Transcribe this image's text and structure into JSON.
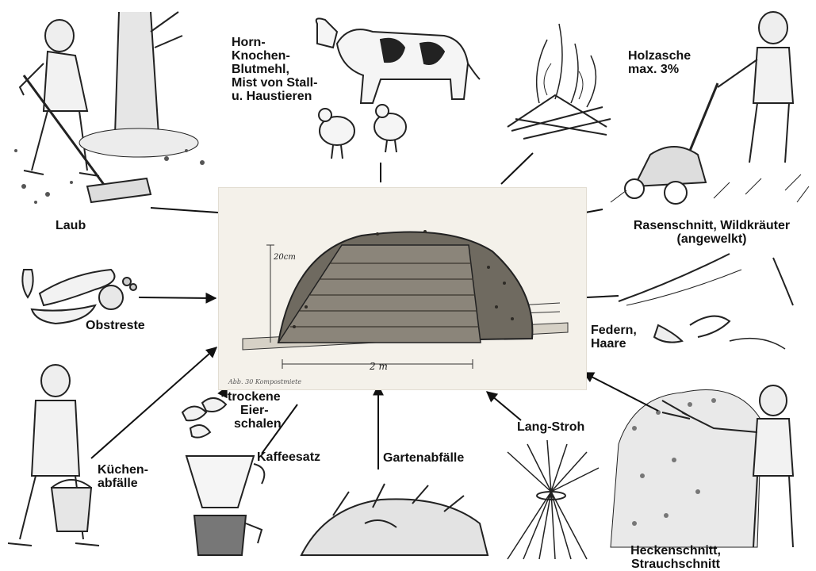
{
  "center": {
    "height_label": "20cm",
    "width_label": "2 m",
    "caption": "Abb. 30 Kompostmiete"
  },
  "labels": {
    "laub": [
      "Laub"
    ],
    "horn": [
      "Horn-",
      "Knochen-",
      "Blutmehl,",
      "Mist von Stall-",
      "u. Haustieren"
    ],
    "holzasche": [
      "Holzasche",
      "max. 3%"
    ],
    "rasen": [
      "Rasenschnitt, Wildkräuter",
      "(angewelkt)"
    ],
    "obstreste": [
      "Obstreste"
    ],
    "federn": [
      "Federn,",
      "Haare"
    ],
    "kuechen": [
      "Küchen-",
      "abfälle"
    ],
    "eierschalen": [
      "trockene",
      "Eier-",
      "schalen"
    ],
    "kaffeesatz": [
      "Kaffeesatz"
    ],
    "gartenabfaelle": [
      "Gartenabfälle"
    ],
    "langstroh": [
      "Lang-Stroh"
    ],
    "hecken": [
      "Heckenschnitt,",
      "Strauchschnitt"
    ]
  },
  "colors": {
    "ink": "#111111",
    "paper": "#f4f1ea",
    "soil": "#6f6a60"
  }
}
